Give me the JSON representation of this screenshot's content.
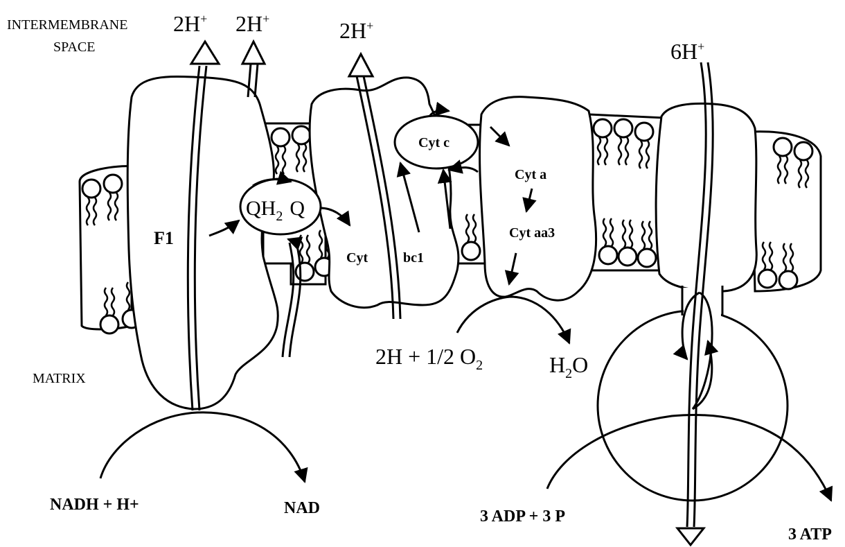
{
  "labels": {
    "intermembrane_line1": "INTERMEMBRANE",
    "intermembrane_line2": "SPACE",
    "matrix": "MATRIX",
    "f1": "F1",
    "qh2": "QH",
    "qh2_sub": "2",
    "q": "Q",
    "cyt": "Cyt",
    "bc1": "bc1",
    "cyt_c": "Cyt c",
    "cyt_a": "Cyt a",
    "cyt_aa3": "Cyt aa3",
    "proton_1": "2H",
    "proton_2": "2H",
    "proton_3": "2H",
    "proton_4": "6H",
    "proton_sup": "+",
    "nadh": "NADH + H+",
    "nad": "NAD",
    "oxygen_a": "2H + 1/2 O",
    "oxygen_sub": "2",
    "water_a": "H",
    "water_sub": "2",
    "water_b": "O",
    "adp": "3 ADP + 3 P",
    "atp": "3 ATP"
  },
  "colors": {
    "ink": "#000000",
    "background": "#ffffff"
  }
}
